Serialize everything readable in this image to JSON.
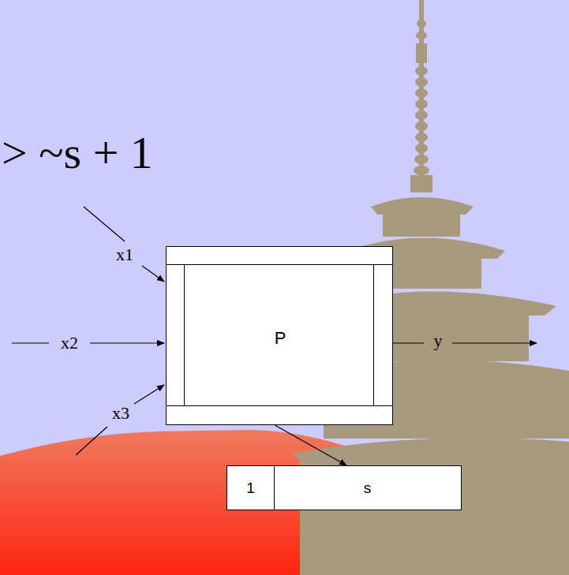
{
  "diagram": {
    "nodes": [
      {
        "text": [
          "P"
        ]
      },
      {
        "text": [
          "1",
          "s"
        ]
      }
    ],
    "edges": [
      {
        "from": 0,
        "to": 1,
        "arrow": "to"
      }
    ],
    "labels": [
      "> ~s + 1",
      "x1",
      "x2",
      "x3",
      "y"
    ]
  }
}
